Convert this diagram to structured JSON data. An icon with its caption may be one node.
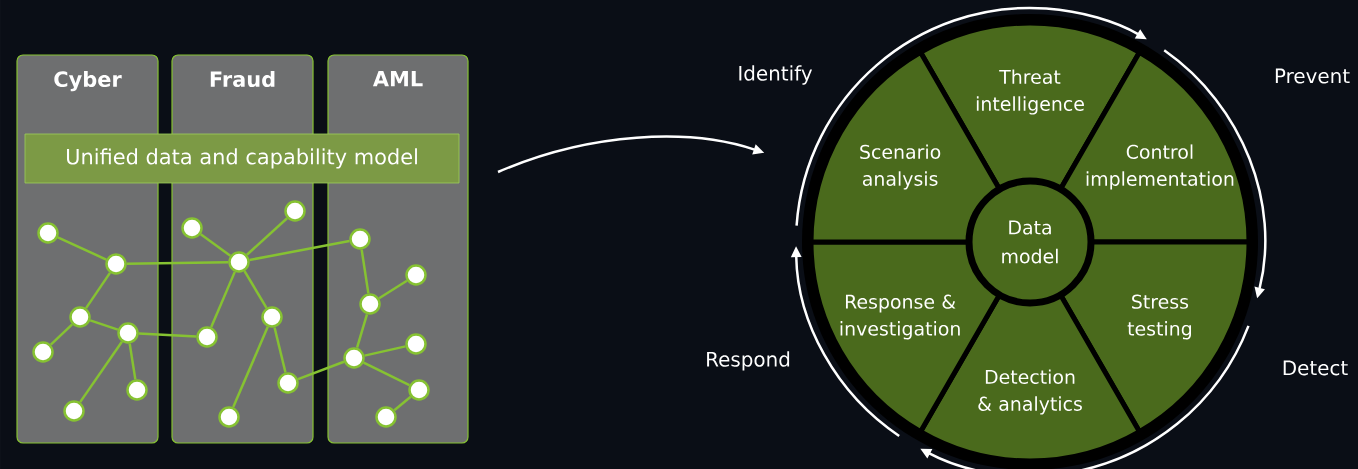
{
  "diagram": {
    "nodes": [
      {
        "text": [
          "Cyber"
        ]
      },
      {
        "text": [
          "Fraud"
        ]
      },
      {
        "text": [
          "AML"
        ]
      },
      {
        "text": [
          "Unified data and capability model"
        ]
      },
      {
        "text": [],
        "shape": "circle",
        "in": 0
      },
      {
        "text": [],
        "shape": "circle",
        "in": 0
      },
      {
        "text": [],
        "shape": "circle",
        "in": 0
      },
      {
        "text": [],
        "shape": "circle",
        "in": 0
      },
      {
        "text": [],
        "shape": "circle",
        "in": 0
      },
      {
        "text": [],
        "shape": "circle",
        "in": 0
      },
      {
        "text": [],
        "shape": "circle",
        "in": 0
      },
      {
        "text": [],
        "shape": "circle",
        "in": 1
      },
      {
        "text": [],
        "shape": "circle",
        "in": 1
      },
      {
        "text": [],
        "shape": "circle",
        "in": 1
      },
      {
        "text": [],
        "shape": "circle",
        "in": 1
      },
      {
        "text": [],
        "shape": "circle",
        "in": 1
      },
      {
        "text": [],
        "shape": "circle",
        "in": 1
      },
      {
        "text": [],
        "shape": "circle",
        "in": 1
      },
      {
        "text": [],
        "shape": "circle",
        "in": 2
      },
      {
        "text": [],
        "shape": "circle",
        "in": 2
      },
      {
        "text": [],
        "shape": "circle",
        "in": 2
      },
      {
        "text": [],
        "shape": "circle",
        "in": 2
      },
      {
        "text": [],
        "shape": "circle",
        "in": 2
      },
      {
        "text": [],
        "shape": "circle",
        "in": 2
      },
      {
        "text": [],
        "shape": "circle",
        "in": 2
      },
      {
        "text": [],
        "shape": "circle"
      },
      {
        "text": [
          "Threat intelligence"
        ],
        "in": 25
      },
      {
        "text": [
          "Control implementation"
        ],
        "in": 25
      },
      {
        "text": [
          "Stress testing"
        ],
        "in": 25
      },
      {
        "text": [
          "Detection & analytics"
        ],
        "in": 25
      },
      {
        "text": [
          "Response & investigation"
        ],
        "in": 25
      },
      {
        "text": [
          "Scenario analysis"
        ],
        "in": 25
      },
      {
        "text": [
          "Data model"
        ],
        "in": 25
      }
    ],
    "edges": [
      {
        "from": 4,
        "to": 5,
        "arrow": "none"
      },
      {
        "from": 5,
        "to": 13,
        "arrow": "none"
      },
      {
        "from": 5,
        "to": 6,
        "arrow": "none"
      },
      {
        "from": 6,
        "to": 7,
        "arrow": "none"
      },
      {
        "from": 6,
        "to": 8,
        "arrow": "none"
      },
      {
        "from": 8,
        "to": 14,
        "arrow": "none"
      },
      {
        "from": 8,
        "to": 10,
        "arrow": "none"
      },
      {
        "from": 8,
        "to": 9,
        "arrow": "none"
      },
      {
        "from": 11,
        "to": 13,
        "arrow": "none"
      },
      {
        "from": 12,
        "to": 13,
        "arrow": "none"
      },
      {
        "from": 13,
        "to": 18,
        "arrow": "none"
      },
      {
        "from": 13,
        "to": 14,
        "arrow": "none"
      },
      {
        "from": 13,
        "to": 15,
        "arrow": "none"
      },
      {
        "from": 15,
        "to": 17,
        "arrow": "none"
      },
      {
        "from": 15,
        "to": 16,
        "arrow": "none"
      },
      {
        "from": 16,
        "to": 22,
        "arrow": "none"
      },
      {
        "from": 18,
        "to": 20,
        "arrow": "none"
      },
      {
        "from": 20,
        "to": 19,
        "arrow": "none"
      },
      {
        "from": 20,
        "to": 22,
        "arrow": "none"
      },
      {
        "from": 22,
        "to": 21,
        "arrow": "none"
      },
      {
        "from": 22,
        "to": 23,
        "arrow": "none"
      },
      {
        "from": 23,
        "to": 24,
        "arrow": "none"
      },
      {
        "from": null,
        "to": 25,
        "arrow": "to",
        "color": "#ffffff"
      }
    ],
    "labels": [
      "Identify",
      "Prevent",
      "Detect",
      "Respond"
    ]
  }
}
